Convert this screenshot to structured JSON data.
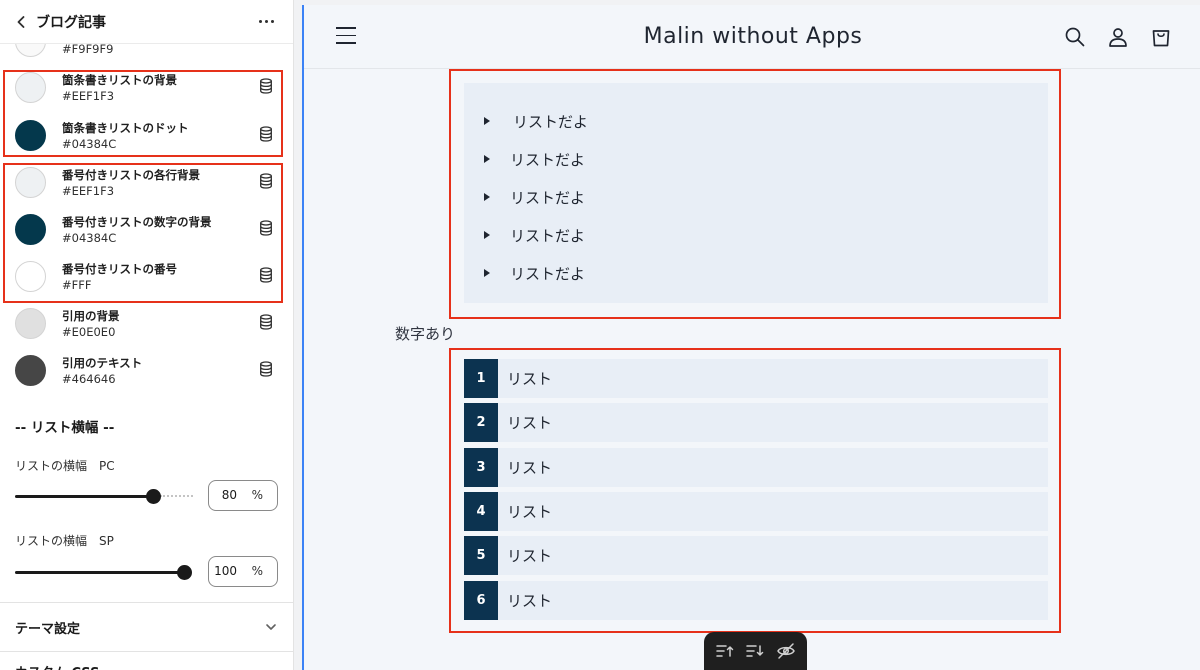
{
  "sidebar": {
    "title": "ブログ記事",
    "top_partial_hex": "#F9F9F9",
    "colors": [
      {
        "label": "箇条書きリストの背景",
        "hex": "#EEF1F3",
        "swatch": "#EEF1F3"
      },
      {
        "label": "箇条書きリストのドット",
        "hex": "#04384C",
        "swatch": "#04384C"
      },
      {
        "label": "番号付きリストの各行背景",
        "hex": "#EEF1F3",
        "swatch": "#EEF1F3"
      },
      {
        "label": "番号付きリストの数字の背景",
        "hex": "#04384C",
        "swatch": "#04384C"
      },
      {
        "label": "番号付きリストの番号",
        "hex": "#FFF",
        "swatch": "#FFFFFF"
      },
      {
        "label": "引用の背景",
        "hex": "#E0E0E0",
        "swatch": "#E0E0E0"
      },
      {
        "label": "引用のテキスト",
        "hex": "#464646",
        "swatch": "#464646"
      }
    ],
    "section_heading": "-- リスト横幅 --",
    "range_pc": {
      "label": "リストの横幅　PC",
      "value": "80",
      "unit": "%",
      "fraction": 0.8
    },
    "range_sp": {
      "label": "リストの横幅　SP",
      "value": "100",
      "unit": "%",
      "fraction": 1.0
    },
    "theme_settings": "テーマ設定",
    "cut_off_label": "カスタム CSS"
  },
  "preview": {
    "store_title": "Malin without Apps",
    "bullet_items": [
      "リストだよ",
      "リストだよ",
      "リストだよ",
      "リストだよ",
      "リストだよ"
    ],
    "numbered_heading": "数字あり",
    "numbered_items": [
      {
        "number": "1",
        "text": "リスト"
      },
      {
        "number": "2",
        "text": "リスト"
      },
      {
        "number": "3",
        "text": "リスト"
      },
      {
        "number": "4",
        "text": "リスト"
      },
      {
        "number": "5",
        "text": "リスト"
      },
      {
        "number": "6",
        "text": "リスト"
      }
    ]
  },
  "colors": {
    "highlight": "#E6311A",
    "accent_blue": "#3B82F6",
    "badge": "#0C3350"
  }
}
